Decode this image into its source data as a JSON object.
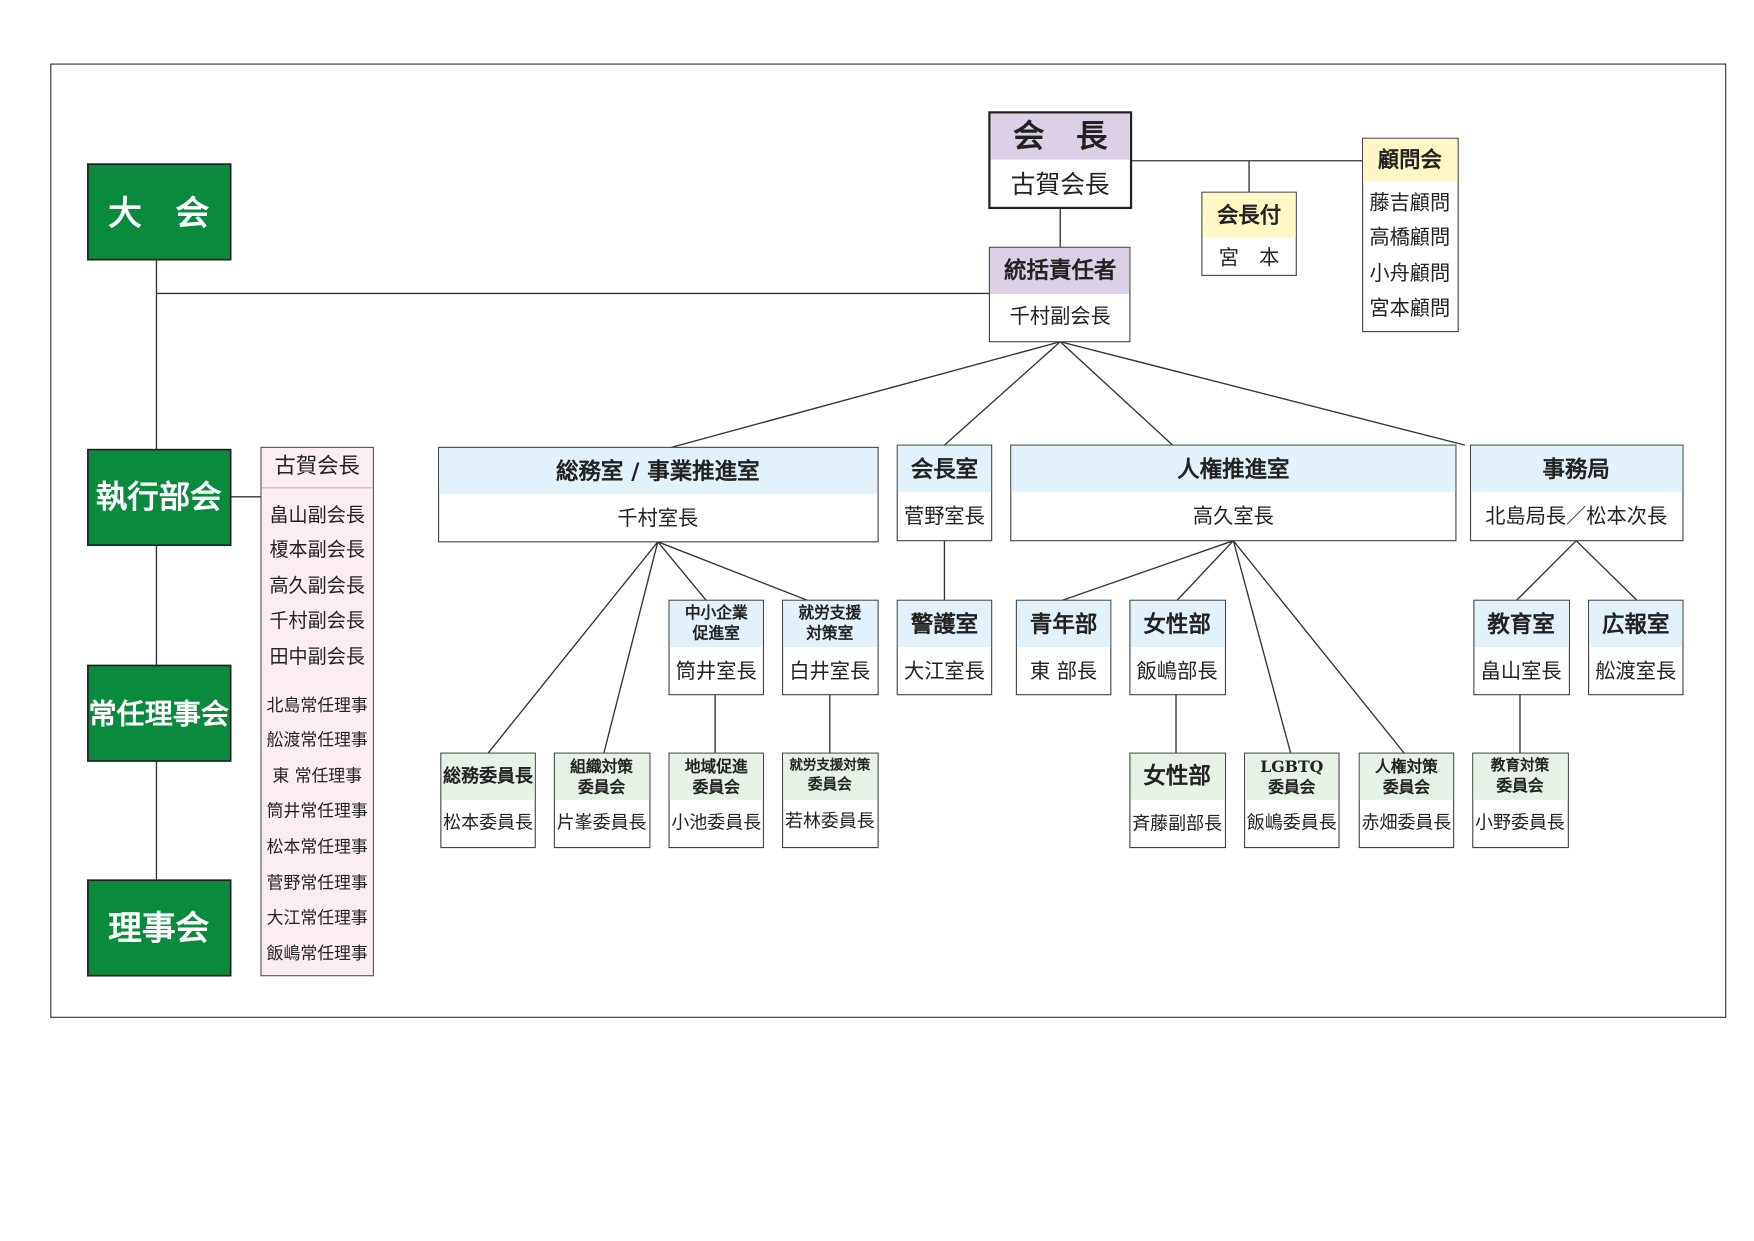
{
  "colors": {
    "green": "#0a8a3c",
    "purple": "#dcd0e6",
    "yellow": "#fff7c4",
    "lightblue": "#e3f1fb",
    "lightgreen": "#e6f2e6",
    "pink": "#fbeef2",
    "line": "#333333"
  },
  "left_column": {
    "taikai": "大　会",
    "shikkoubukai": "執行部会",
    "jouninrijikai": "常任理事会",
    "rijikai": "理事会"
  },
  "members": [
    "古賀会長",
    "畠山副会長",
    "榎本副会長",
    "高久副会長",
    "千村副会長",
    "田中副会長",
    "北島常任理事",
    "舩渡常任理事",
    "東 常任理事",
    "筒井常任理事",
    "松本常任理事",
    "菅野常任理事",
    "大江常任理事",
    "飯嶋常任理事"
  ],
  "president": {
    "title": "会　長",
    "name": "古賀会長"
  },
  "kaichouzuki": {
    "title": "会長付",
    "name": "宮　本"
  },
  "komonkai": {
    "title": "顧問会",
    "members": [
      "藤吉顧問",
      "高橋顧問",
      "小舟顧問",
      "宮本顧問"
    ]
  },
  "tokatsu": {
    "title": "統括責任者",
    "name": "千村副会長"
  },
  "offices": [
    {
      "title": "総務室 / 事業推進室",
      "name": "千村室長"
    },
    {
      "title": "会長室",
      "name": "菅野室長"
    },
    {
      "title": "人権推進室",
      "name": "高久室長"
    },
    {
      "title": "事務局",
      "name": "北島局長／松本次長"
    }
  ],
  "sub_units": [
    {
      "title": "中小企業促進室",
      "lines": [
        "中小企業",
        "促進室"
      ],
      "name": "筒井室長"
    },
    {
      "title": "就労支援対策室",
      "lines": [
        "就労支援",
        "対策室"
      ],
      "name": "白井室長"
    },
    {
      "title": "警護室",
      "lines": [
        "警護室"
      ],
      "name": "大江室長"
    },
    {
      "title": "青年部",
      "lines": [
        "青年部"
      ],
      "name": "東 部長"
    },
    {
      "title": "女性部",
      "lines": [
        "女性部"
      ],
      "name": "飯嶋部長"
    },
    {
      "title": "教育室",
      "lines": [
        "教育室"
      ],
      "name": "畠山室長"
    },
    {
      "title": "広報室",
      "lines": [
        "広報室"
      ],
      "name": "舩渡室長"
    }
  ],
  "committees": [
    {
      "lines": [
        "総務委員長"
      ],
      "name": "松本委員長"
    },
    {
      "lines": [
        "組織対策",
        "委員会"
      ],
      "name": "片峯委員長"
    },
    {
      "lines": [
        "地域促進",
        "委員会"
      ],
      "name": "小池委員長"
    },
    {
      "lines": [
        "就労支援対策",
        "委員会"
      ],
      "name": "若林委員長"
    },
    {
      "lines": [
        "女性部"
      ],
      "name": "斉藤副部長"
    },
    {
      "lines": [
        "LGBTQ",
        "委員会"
      ],
      "name": "飯嶋委員長"
    },
    {
      "lines": [
        "人権対策",
        "委員会"
      ],
      "name": "赤畑委員長"
    },
    {
      "lines": [
        "教育対策",
        "委員会"
      ],
      "name": "小野委員長"
    }
  ]
}
